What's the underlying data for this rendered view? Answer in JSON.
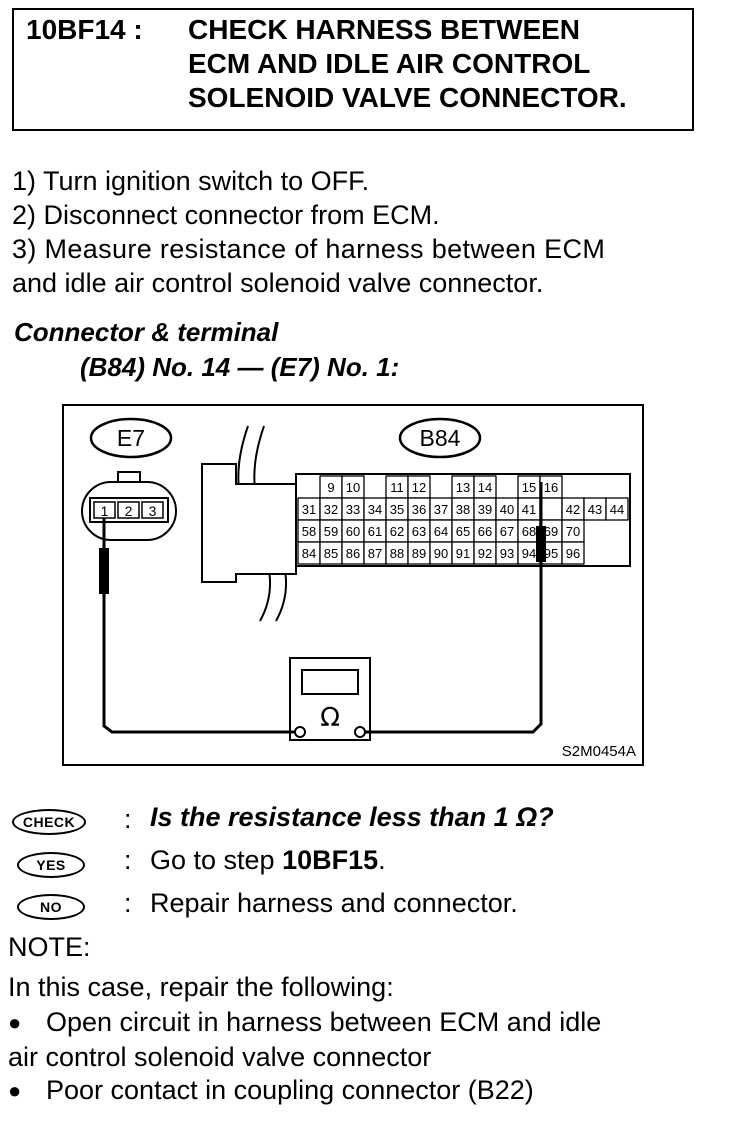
{
  "header": {
    "step_code": "10BF14 :",
    "title_lines": [
      "CHECK HARNESS BETWEEN",
      "ECM AND IDLE AIR CONTROL",
      "SOLENOID VALVE CONNECTOR."
    ]
  },
  "steps": [
    "1)  Turn ignition switch to OFF.",
    "2)  Disconnect connector from ECM.",
    "3)  Measure resistance of harness between ECM",
    "and idle air control solenoid valve connector."
  ],
  "connector": {
    "heading": "Connector & terminal",
    "spec": "(B84) No. 14 — (E7) No. 1:"
  },
  "diagram": {
    "label_e7": "E7",
    "label_b84": "B84",
    "e7_pins": [
      "1",
      "2",
      "3"
    ],
    "b84_row1": [
      {
        "t": "9",
        "c": 1
      },
      {
        "t": "10",
        "c": 2
      },
      {
        "t": "11",
        "c": 4
      },
      {
        "t": "12",
        "c": 5
      },
      {
        "t": "13",
        "c": 7
      },
      {
        "t": "14",
        "c": 8
      },
      {
        "t": "15",
        "c": 10
      },
      {
        "t": "16",
        "c": 11
      }
    ],
    "b84_row2": [
      "31",
      "32",
      "33",
      "34",
      "35",
      "36",
      "37",
      "38",
      "39",
      "40",
      "41",
      "",
      "42",
      "43",
      "44"
    ],
    "b84_row3": [
      "58",
      "59",
      "60",
      "61",
      "62",
      "63",
      "64",
      "65",
      "66",
      "67",
      "68",
      "69",
      "70"
    ],
    "b84_row4": [
      "84",
      "85",
      "86",
      "87",
      "88",
      "89",
      "90",
      "91",
      "92",
      "93",
      "94",
      "95",
      "96"
    ],
    "meter_symbol": "Ω",
    "figure_code": "S2M0454A"
  },
  "check": {
    "check_badge": "CHECK",
    "yes_badge": "YES",
    "no_badge": "NO",
    "colon": ":",
    "question": "Is the resistance less than 1 Ω?",
    "yes_prefix": "Go to step ",
    "yes_step": "10BF15",
    "yes_suffix": ".",
    "no_answer": "Repair harness and connector."
  },
  "note": {
    "label": "NOTE:",
    "intro": "In this case, repair the following:",
    "bullet": "●",
    "items": [
      {
        "line1": "Open circuit in harness between ECM and idle",
        "line2": "air control solenoid valve connector"
      },
      {
        "line1": "Poor contact in coupling connector (B22)"
      }
    ]
  }
}
